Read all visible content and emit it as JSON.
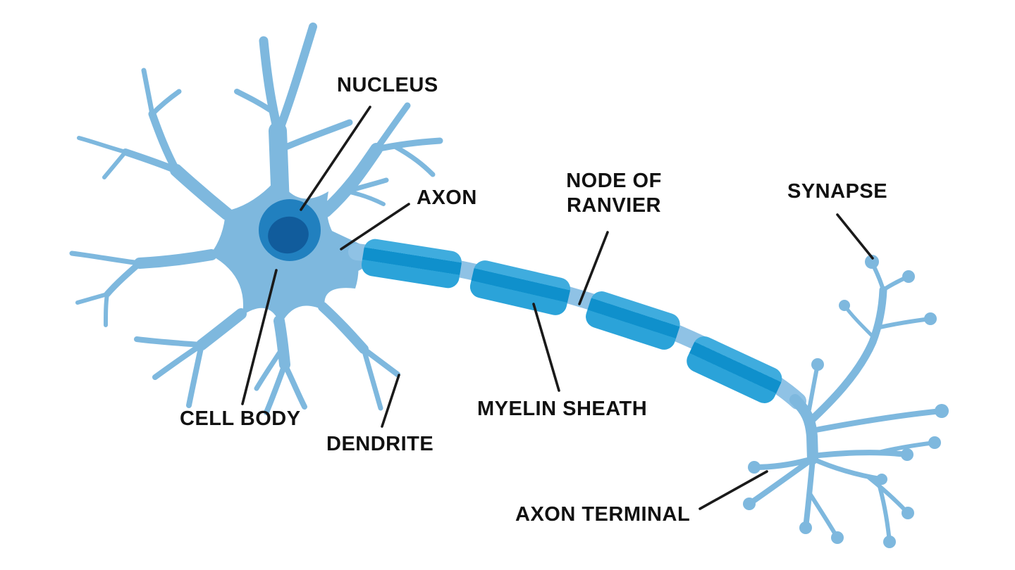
{
  "figure": {
    "type": "anatomical-diagram",
    "subject": "Neuron structure"
  },
  "labels": {
    "nucleus": "NUCLEUS",
    "axon": "AXON",
    "node_of_ranvier": "NODE OF RANVIER",
    "synapse": "SYNAPSE",
    "cell_body": "CELL BODY",
    "dendrite": "DENDRITE",
    "myelin_sheath": "MYELIN SHEATH",
    "axon_terminal": "AXON TERMINAL"
  },
  "colors": {
    "background": "#ffffff",
    "neuron_body": "#7EB8DE",
    "axon_fiber": "#8FC2E5",
    "nucleus_outer": "#2180BF",
    "nucleus_inner": "#115C9C",
    "myelin_light": "#3FACDE",
    "myelin_dark": "#0F90CC",
    "myelin_mid": "#2BA3D9",
    "label_text": "#111111",
    "pointer_line": "#1a1a1a"
  }
}
